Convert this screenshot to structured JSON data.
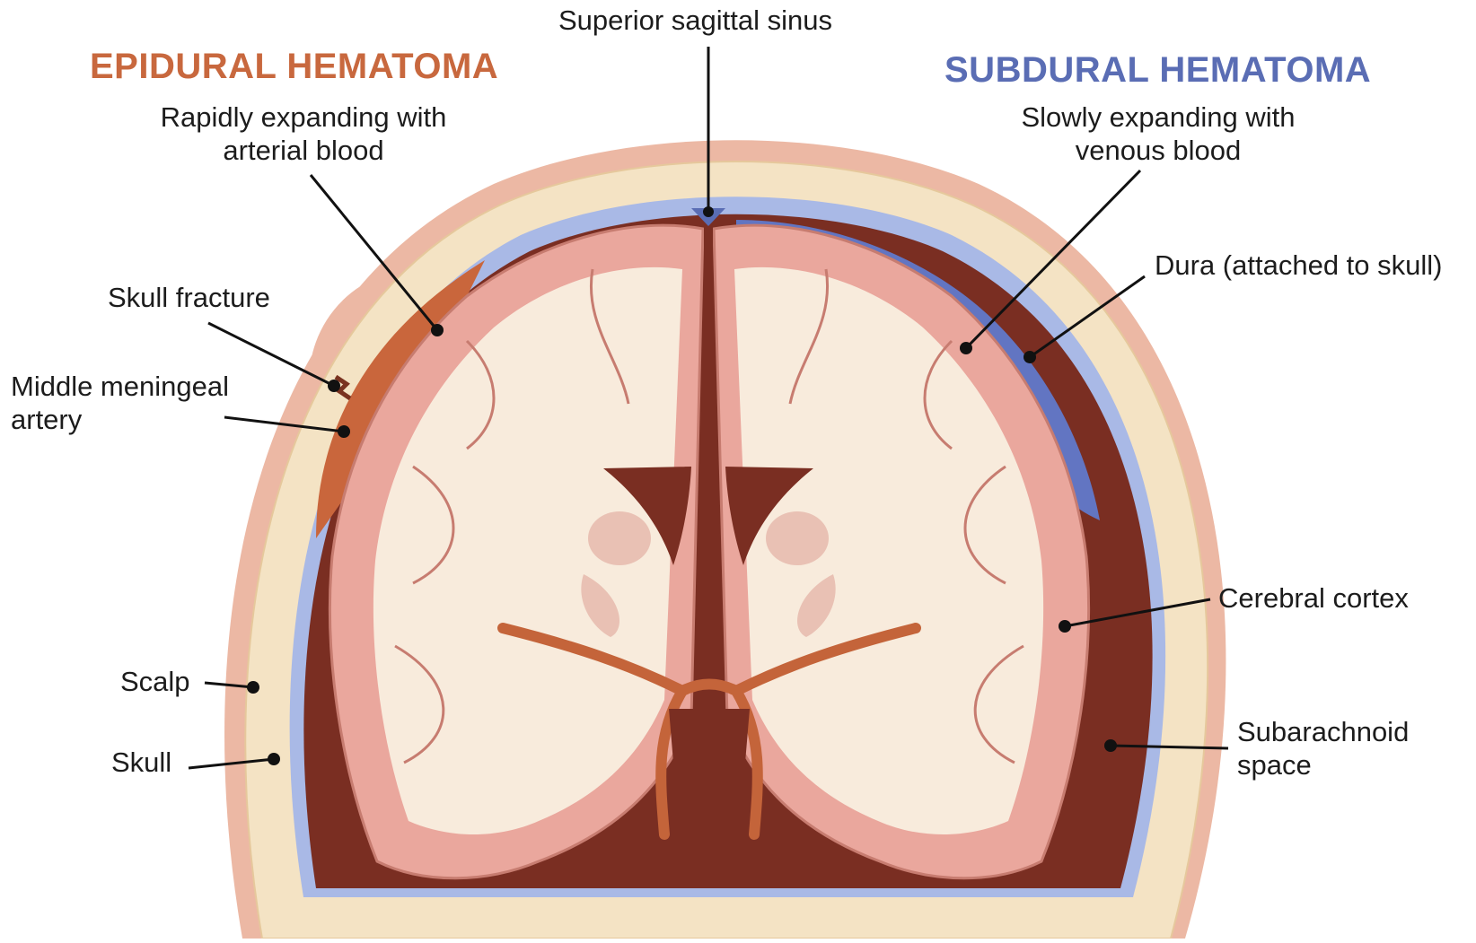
{
  "titles": {
    "epidural": "EPIDURAL HEMATOMA",
    "subdural": "SUBDURAL HEMATOMA"
  },
  "labels": {
    "superior_sagittal_sinus": "Superior sagittal sinus",
    "epidural_desc": "Rapidly expanding with arterial blood",
    "subdural_desc": "Slowly expanding with venous blood",
    "dura": "Dura (attached to skull)",
    "skull_fracture": "Skull fracture",
    "middle_meningeal_artery": "Middle meningeal artery",
    "cerebral_cortex": "Cerebral cortex",
    "scalp": "Scalp",
    "skull": "Skull",
    "subarachnoid_space": "Subarachnoid space"
  },
  "colors": {
    "epidural_title": "#c8683e",
    "subdural_title": "#5a6db4",
    "scalp": "#ecb8a4",
    "skull": "#f4e3c4",
    "dura": "#a9b9e6",
    "epidural_blood": "#c9663c",
    "subdural_blood": "#6275c2",
    "subarachnoid": "#7a2e22",
    "cortex": "#eaa79d",
    "white_matter": "#f8ebdc",
    "vessel": "#c4643a"
  }
}
